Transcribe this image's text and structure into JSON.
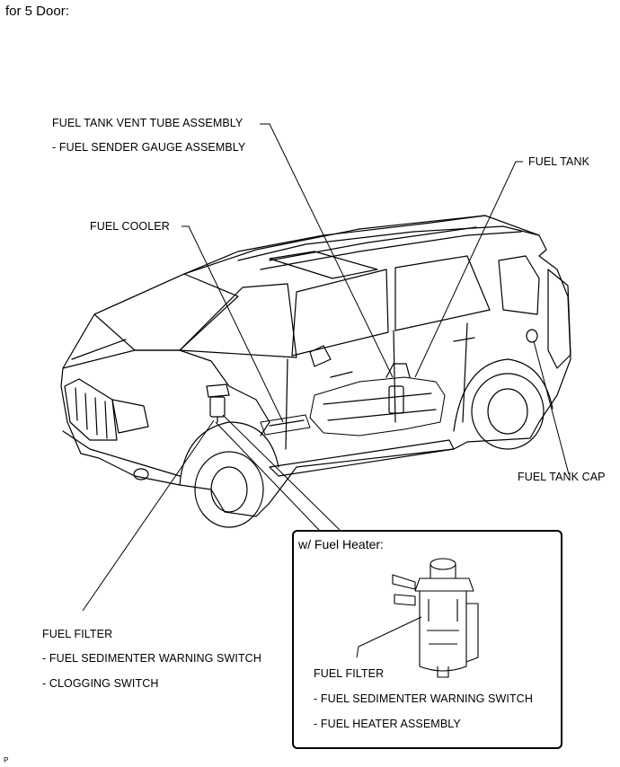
{
  "heading": "for 5 Door:",
  "labels": {
    "vent_tube": "FUEL TANK VENT TUBE ASSEMBLY",
    "sender_gauge": "- FUEL SENDER GAUGE ASSEMBLY",
    "fuel_tank": "FUEL TANK",
    "fuel_cooler": "FUEL COOLER",
    "fuel_tank_cap": "FUEL TANK CAP",
    "fuel_filter": "FUEL FILTER",
    "sedimenter_switch": "- FUEL SEDIMENTER WARNING SWITCH",
    "clogging_switch": "- CLOGGING SWITCH"
  },
  "inset": {
    "title": "w/ Fuel Heater:",
    "fuel_filter": "FUEL FILTER",
    "sedimenter_switch": "- FUEL SEDIMENTER WARNING SWITCH",
    "heater_assembly": "- FUEL HEATER ASSEMBLY"
  },
  "figure_code": "P"
}
